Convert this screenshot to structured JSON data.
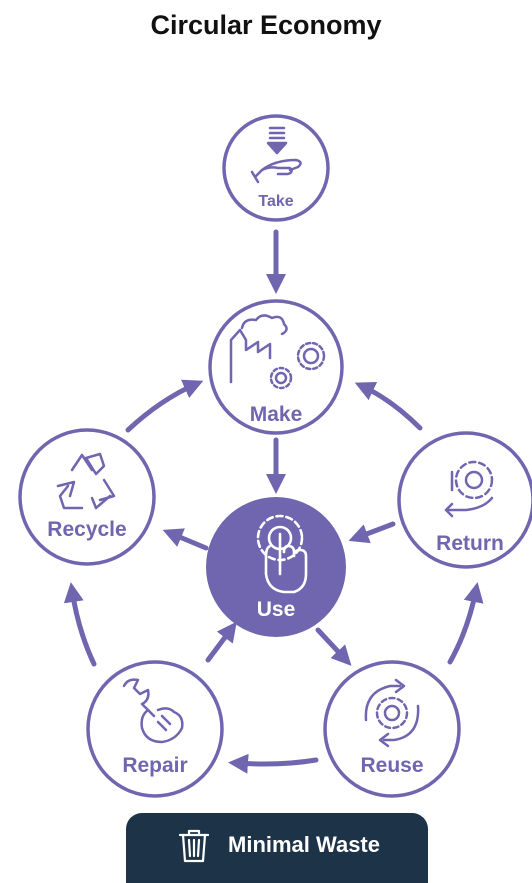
{
  "title": "Circular Economy",
  "colors": {
    "accent": "#7066b0",
    "footer_bg": "#1d3347",
    "white": "#ffffff"
  },
  "nodes": [
    {
      "id": "take",
      "label": "Take",
      "icon": "hand-receiving-icon"
    },
    {
      "id": "make",
      "label": "Make",
      "icon": "factory-gears-icon"
    },
    {
      "id": "use",
      "label": "Use",
      "icon": "finger-touch-gear-icon"
    },
    {
      "id": "return",
      "label": "Return",
      "icon": "gear-arrow-icon"
    },
    {
      "id": "reuse",
      "label": "Reuse",
      "icon": "gear-cycle-arrows-icon"
    },
    {
      "id": "repair",
      "label": "Repair",
      "icon": "wrench-hand-icon"
    },
    {
      "id": "recycle",
      "label": "Recycle",
      "icon": "recycle-icon"
    }
  ],
  "footer": {
    "label": "Minimal Waste",
    "icon": "trash-can-icon"
  }
}
